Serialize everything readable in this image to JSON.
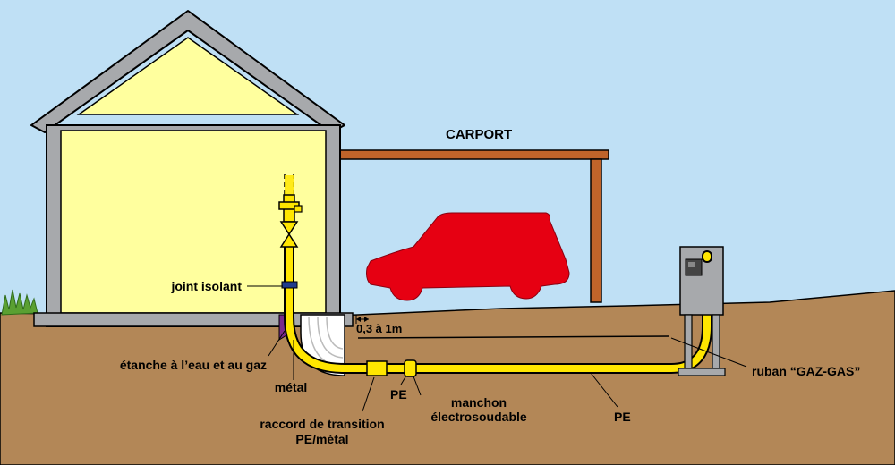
{
  "labels": {
    "carport": "CARPORT",
    "joint_isolant": "joint isolant",
    "distance": "0,3 à 1m",
    "etanche": "étanche à l’eau et au gaz",
    "metal": "métal",
    "raccord_line1": "raccord de transition",
    "raccord_line2": "PE/métal",
    "pe_small": "PE",
    "manchon_line1": "manchon",
    "manchon_line2": "électrosoudable",
    "pe_pipe": "PE",
    "ruban": "ruban “GAZ-GAS”"
  },
  "colors": {
    "sky": "#bfe0f5",
    "ground": "#b38757",
    "house_wall": "#ffff9e",
    "house_frame": "#a7a9ac",
    "carport": "#c0642a",
    "car": "#e60012",
    "gas_pipe": "#ffe600",
    "joint": "#1f3c8c",
    "sealant": "#7a2a8c",
    "grass": "#5aa032"
  }
}
